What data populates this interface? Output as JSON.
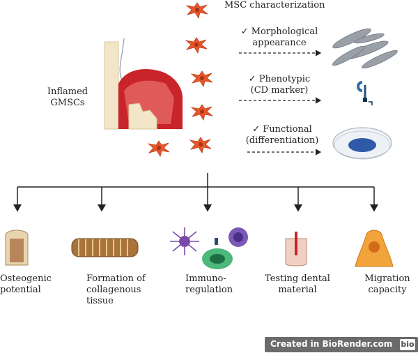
{
  "header": {
    "title": "MSC characterization"
  },
  "source": {
    "label_line1": "Inflamed",
    "label_line2": "GMSCs"
  },
  "checks": [
    {
      "mark": "✓",
      "line1": "Morphological",
      "line2": "appearance"
    },
    {
      "mark": "✓",
      "line1": "Phenotypic",
      "line2": "(CD marker)"
    },
    {
      "mark": "✓",
      "line1": "Functional",
      "line2": "(differentiation)"
    }
  ],
  "outcomes": [
    {
      "line1": "Osteogenic",
      "line2": "potential",
      "line3": ""
    },
    {
      "line1": "Formation of",
      "line2": "collagenous",
      "line3": "tissue"
    },
    {
      "line1": "Immuno-",
      "line2": "regulation",
      "line3": ""
    },
    {
      "line1": "Testing dental",
      "line2": "material",
      "line3": ""
    },
    {
      "line1": "Migration",
      "line2": "capacity",
      "line3": ""
    }
  ],
  "badge": {
    "text": "Created in BioRender.com",
    "logo": "bio"
  },
  "colors": {
    "cell": "#e8562a",
    "gum": "#c8242a",
    "tooth": "#f3e6c8",
    "dish": "#2e5aa8"
  }
}
